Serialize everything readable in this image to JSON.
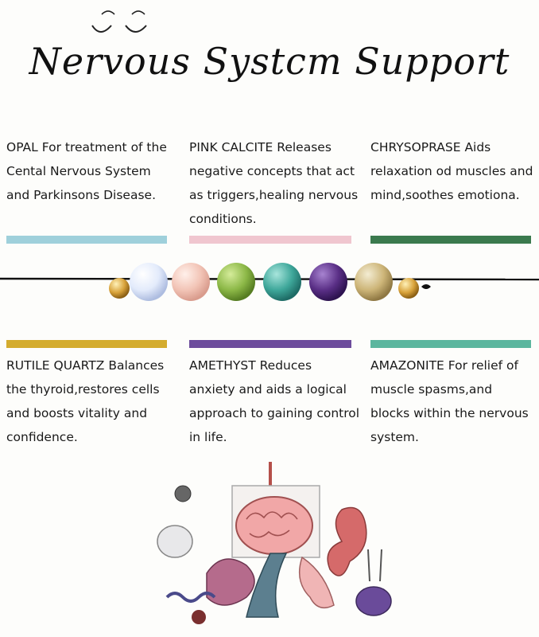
{
  "title": "Nervous Systcm Support",
  "top_row": [
    {
      "name": "OPAL",
      "text": "For treatment of the Cental Nervous System and Parkinsons Disease.",
      "color": "#9fd0db"
    },
    {
      "name": "PINK CALCITE",
      "text": "Releases negative concepts that act as triggers,healing nervous conditions.",
      "color": "#f0c6cf"
    },
    {
      "name": "CHRYSOPRASE",
      "text": "Aids relaxation od muscles and mind,soothes emotiona.",
      "color": "#3b7a4e"
    }
  ],
  "bottom_row": [
    {
      "name": "RUTILE QUARTZ",
      "text": "Balances the thyroid,restores cells and boosts vitality and confidence.",
      "color": "#d4ac2e"
    },
    {
      "name": "AMETHYST",
      "text": "Reduces anxiety and aids a logical approach to gaining control in life.",
      "color": "#6d4c9c"
    },
    {
      "name": "AMAZONITE",
      "text": "For relief of muscle spasms,and blocks within the nervous system.",
      "color": "#5bb69e"
    }
  ],
  "colors": {
    "opal": "#e8eefc",
    "pink_calcite": "#f2c7bc",
    "chrysoprase": "#8cb847",
    "amazonite": "#3ea79a",
    "amethyst": "#5a2f86",
    "rutile_quartz": "#c7ad6a",
    "gold_bead": "#d8a23a"
  }
}
